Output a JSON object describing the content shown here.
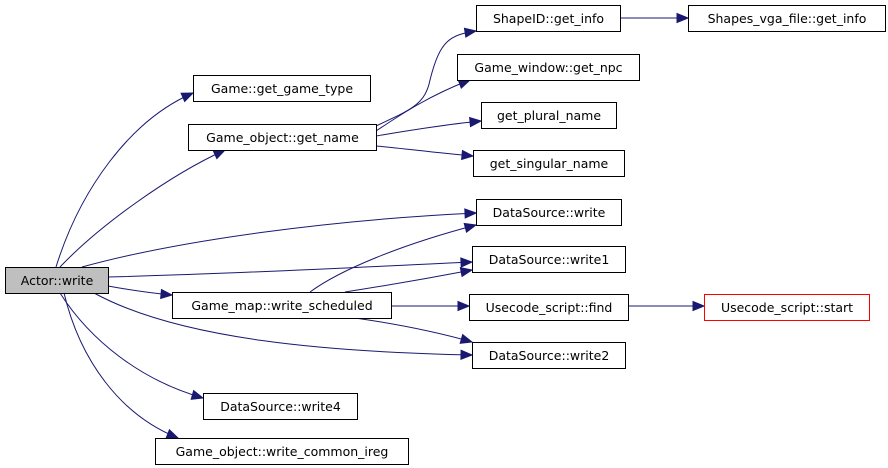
{
  "graph": {
    "colors": {
      "edge": "#191970",
      "root_fill": "#bfbfbf",
      "highlight_border": "#ff0000"
    },
    "nodes": [
      {
        "id": "actor_write",
        "label": "Actor::write",
        "style": "root"
      },
      {
        "id": "get_game_type",
        "label": "Game::get_game_type"
      },
      {
        "id": "get_name",
        "label": "Game_object::get_name"
      },
      {
        "id": "shapeid_get_info",
        "label": "ShapeID::get_info"
      },
      {
        "id": "shapes_vga_get_info",
        "label": "Shapes_vga_file::get_info"
      },
      {
        "id": "get_npc",
        "label": "Game_window::get_npc"
      },
      {
        "id": "get_plural_name",
        "label": "get_plural_name"
      },
      {
        "id": "get_singular_name",
        "label": "get_singular_name"
      },
      {
        "id": "ds_write",
        "label": "DataSource::write"
      },
      {
        "id": "ds_write1",
        "label": "DataSource::write1"
      },
      {
        "id": "write_scheduled",
        "label": "Game_map::write_scheduled"
      },
      {
        "id": "usecode_find",
        "label": "Usecode_script::find"
      },
      {
        "id": "usecode_start",
        "label": "Usecode_script::start",
        "style": "highlight"
      },
      {
        "id": "ds_write2",
        "label": "DataSource::write2"
      },
      {
        "id": "ds_write4",
        "label": "DataSource::write4"
      },
      {
        "id": "write_common_ireg",
        "label": "Game_object::write_common_ireg"
      }
    ],
    "edges": [
      [
        "actor_write",
        "get_game_type"
      ],
      [
        "actor_write",
        "get_name"
      ],
      [
        "actor_write",
        "ds_write"
      ],
      [
        "actor_write",
        "ds_write1"
      ],
      [
        "actor_write",
        "write_scheduled"
      ],
      [
        "actor_write",
        "ds_write2"
      ],
      [
        "actor_write",
        "ds_write4"
      ],
      [
        "actor_write",
        "write_common_ireg"
      ],
      [
        "get_name",
        "shapeid_get_info"
      ],
      [
        "get_name",
        "get_npc"
      ],
      [
        "get_name",
        "get_plural_name"
      ],
      [
        "get_name",
        "get_singular_name"
      ],
      [
        "shapeid_get_info",
        "shapes_vga_get_info"
      ],
      [
        "write_scheduled",
        "ds_write"
      ],
      [
        "write_scheduled",
        "ds_write1"
      ],
      [
        "write_scheduled",
        "usecode_find"
      ],
      [
        "write_scheduled",
        "ds_write2"
      ],
      [
        "usecode_find",
        "usecode_start"
      ]
    ]
  }
}
